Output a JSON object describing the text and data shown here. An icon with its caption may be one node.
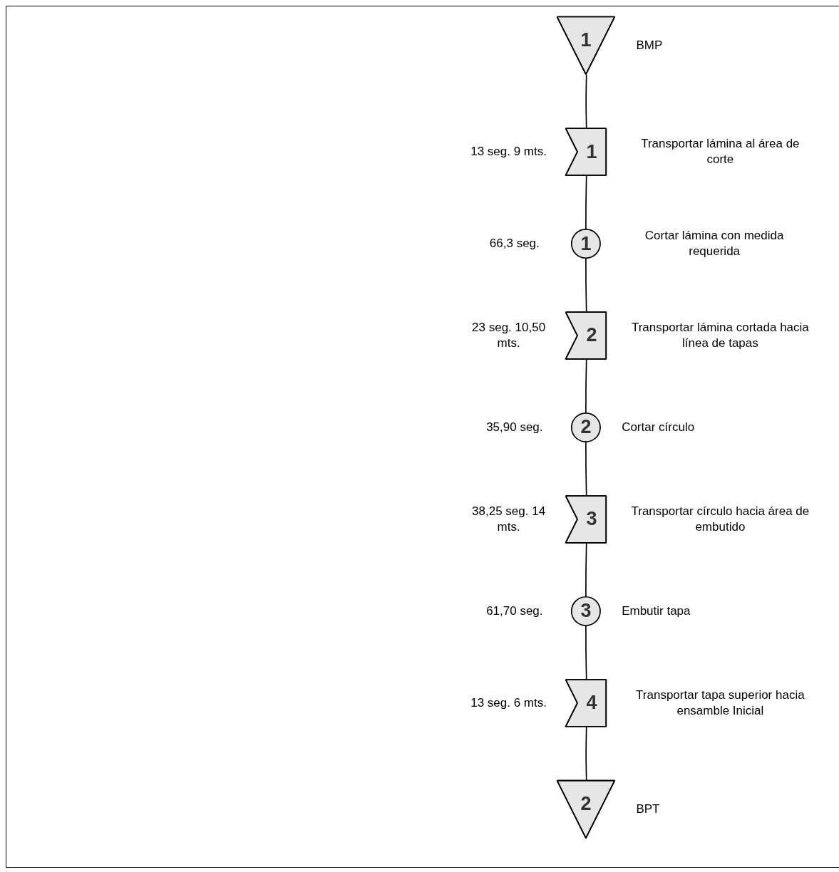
{
  "diagram": {
    "nodes": [
      {
        "text": [
          "1"
        ],
        "beside": [
          "BMP"
        ]
      },
      {
        "text": [
          "1"
        ],
        "beside": [
          "13 seg. 9 mts.",
          "Transportar lámina al área de corte"
        ]
      },
      {
        "text": [
          "1"
        ],
        "beside": [
          "66,3 seg.",
          "Cortar lámina con medida requerida"
        ]
      },
      {
        "text": [
          "2"
        ],
        "beside": [
          "23 seg. 10,50 mts.",
          "Transportar lámina cortada hacia  línea de tapas"
        ]
      },
      {
        "text": [
          "2"
        ],
        "beside": [
          "35,90 seg.",
          "Cortar círculo"
        ]
      },
      {
        "text": [
          "3"
        ],
        "beside": [
          "38,25 seg. 14  mts.",
          "Transportar círculo hacia área de embutido"
        ]
      },
      {
        "text": [
          "3"
        ],
        "beside": [
          "61,70 seg.",
          "Embutir tapa"
        ]
      },
      {
        "text": [
          "4"
        ],
        "beside": [
          "13 seg. 6 mts.",
          "Transportar tapa superior hacia ensamble Inicial"
        ]
      },
      {
        "text": [
          "2"
        ],
        "beside": [
          "BPT"
        ]
      }
    ],
    "edges": [
      {
        "from": 0,
        "to": 1,
        "arrow": "none"
      },
      {
        "from": 1,
        "to": 2,
        "arrow": "none"
      },
      {
        "from": 2,
        "to": 3,
        "arrow": "none"
      },
      {
        "from": 3,
        "to": 4,
        "arrow": "none"
      },
      {
        "from": 4,
        "to": 5,
        "arrow": "none"
      },
      {
        "from": 5,
        "to": 6,
        "arrow": "none"
      },
      {
        "from": 6,
        "to": 7,
        "arrow": "none"
      },
      {
        "from": 7,
        "to": 8,
        "arrow": "none"
      }
    ]
  }
}
